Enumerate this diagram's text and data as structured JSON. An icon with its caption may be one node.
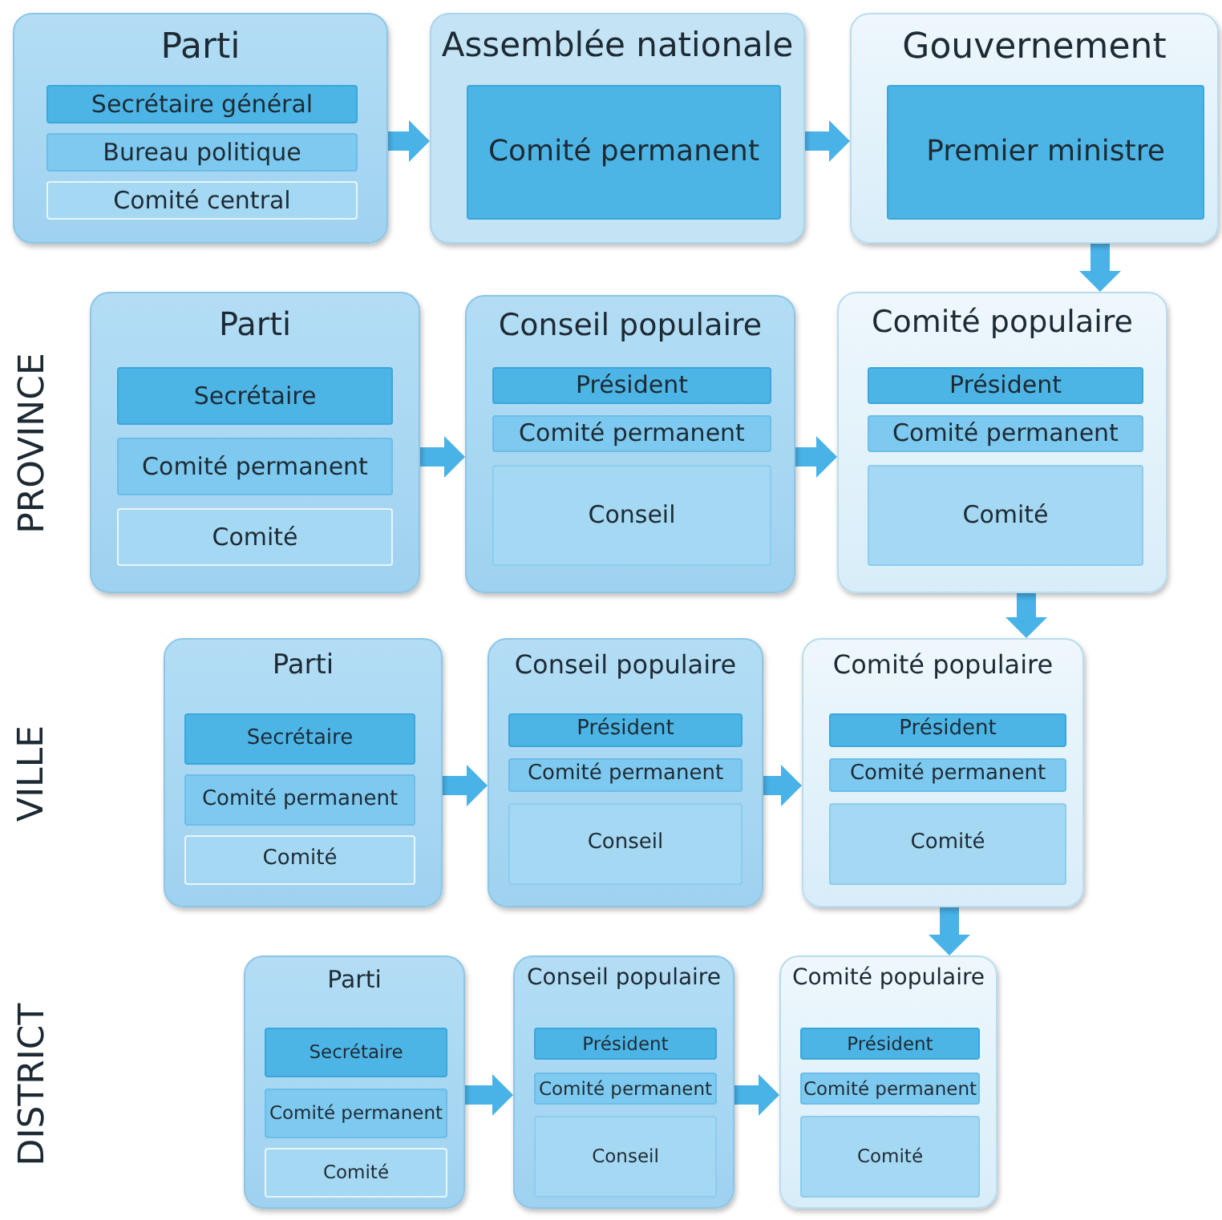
{
  "diagram": {
    "nodes": [
      {
        "text": [
          "Parti"
        ]
      },
      {
        "text": [
          "Secrétaire général"
        ],
        "in": 0
      },
      {
        "text": [
          "Bureau politique"
        ],
        "in": 0
      },
      {
        "text": [
          "Comité central"
        ],
        "in": 0
      },
      {
        "text": [
          "Assemblée nationale"
        ]
      },
      {
        "text": [
          "Comité permanent"
        ],
        "in": 4
      },
      {
        "text": [
          "Gouvernement"
        ]
      },
      {
        "text": [
          "Premier ministre"
        ],
        "in": 6
      },
      {
        "text": [
          "Parti"
        ]
      },
      {
        "text": [
          "Secrétaire"
        ],
        "in": 8
      },
      {
        "text": [
          "Comité permanent"
        ],
        "in": 8
      },
      {
        "text": [
          "Comité"
        ],
        "in": 8
      },
      {
        "text": [
          "Conseil populaire"
        ]
      },
      {
        "text": [
          "Président"
        ],
        "in": 12
      },
      {
        "text": [
          "Comité permanent"
        ],
        "in": 12
      },
      {
        "text": [
          "Conseil"
        ],
        "in": 12
      },
      {
        "text": [
          "Comité populaire"
        ]
      },
      {
        "text": [
          "Président"
        ],
        "in": 16
      },
      {
        "text": [
          "Comité permanent"
        ],
        "in": 16
      },
      {
        "text": [
          "Comité"
        ],
        "in": 16
      },
      {
        "text": [
          "Parti"
        ]
      },
      {
        "text": [
          "Secrétaire"
        ],
        "in": 20
      },
      {
        "text": [
          "Comité permanent"
        ],
        "in": 20
      },
      {
        "text": [
          "Comité"
        ],
        "in": 20
      },
      {
        "text": [
          "Conseil populaire"
        ]
      },
      {
        "text": [
          "Président"
        ],
        "in": 24
      },
      {
        "text": [
          "Comité permanent"
        ],
        "in": 24
      },
      {
        "text": [
          "Conseil"
        ],
        "in": 24
      },
      {
        "text": [
          "Comité populaire"
        ]
      },
      {
        "text": [
          "Président"
        ],
        "in": 28
      },
      {
        "text": [
          "Comité permanent"
        ],
        "in": 28
      },
      {
        "text": [
          "Comité"
        ],
        "in": 28
      },
      {
        "text": [
          "Parti"
        ]
      },
      {
        "text": [
          "Secrétaire"
        ],
        "in": 32
      },
      {
        "text": [
          "Comité permanent"
        ],
        "in": 32
      },
      {
        "text": [
          "Comité"
        ],
        "in": 32
      },
      {
        "text": [
          "Conseil populaire"
        ]
      },
      {
        "text": [
          "Président"
        ],
        "in": 36
      },
      {
        "text": [
          "Comité permanent"
        ],
        "in": 36
      },
      {
        "text": [
          "Conseil"
        ],
        "in": 36
      },
      {
        "text": [
          "Comité populaire"
        ]
      },
      {
        "text": [
          "Président"
        ],
        "in": 40
      },
      {
        "text": [
          "Comité permanent"
        ],
        "in": 40
      },
      {
        "text": [
          "Comité"
        ],
        "in": 40
      }
    ],
    "edges": [
      {
        "from": 0,
        "to": 4,
        "arrow": "to"
      },
      {
        "from": 4,
        "to": 6,
        "arrow": "to"
      },
      {
        "from": 6,
        "to": 16,
        "arrow": "to"
      },
      {
        "from": 8,
        "to": 12,
        "arrow": "to"
      },
      {
        "from": 12,
        "to": 16,
        "arrow": "to"
      },
      {
        "from": 16,
        "to": 28,
        "arrow": "to"
      },
      {
        "from": 20,
        "to": 24,
        "arrow": "to"
      },
      {
        "from": 24,
        "to": 28,
        "arrow": "to"
      },
      {
        "from": 28,
        "to": 40,
        "arrow": "to"
      },
      {
        "from": 32,
        "to": 36,
        "arrow": "to"
      },
      {
        "from": 36,
        "to": 40,
        "arrow": "to"
      }
    ],
    "labels": [
      "PROVINCE",
      "VILLE",
      "DISTRICT"
    ]
  }
}
